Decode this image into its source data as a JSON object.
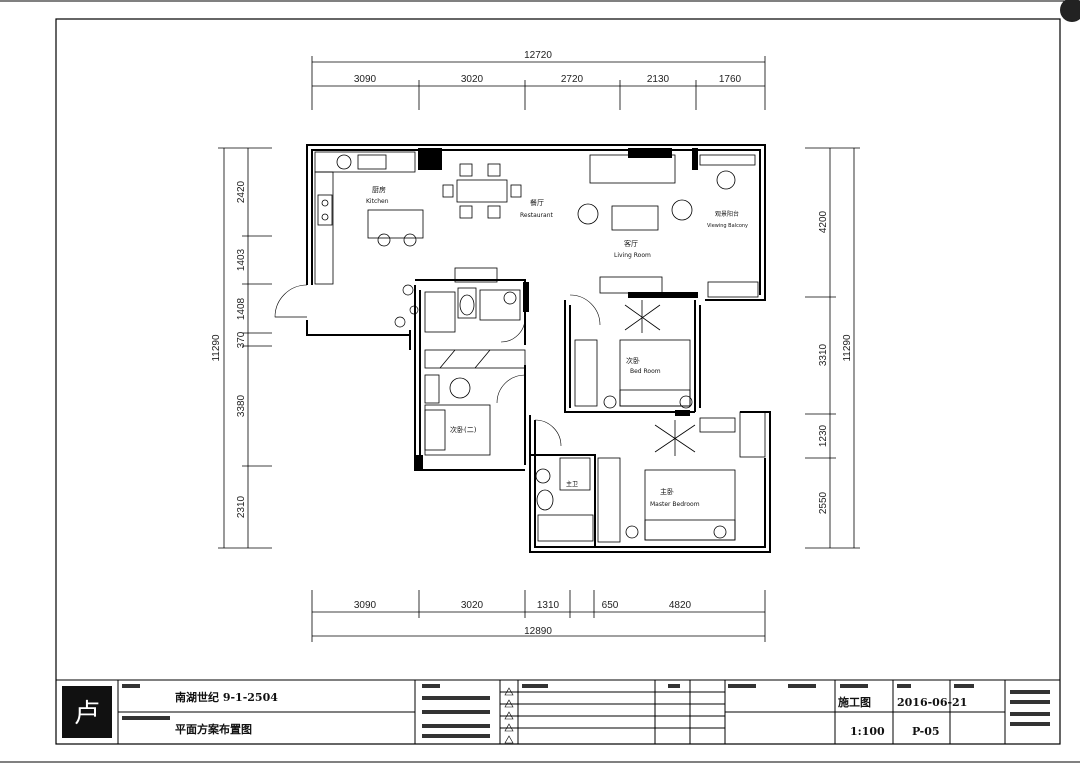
{
  "plan": {
    "dims_top": {
      "total": "12720",
      "segments": [
        "3090",
        "3020",
        "2720",
        "2130",
        "1760"
      ]
    },
    "dims_bottom": {
      "total": "12890",
      "segments": [
        "3090",
        "3020",
        "1310",
        "650",
        "4820"
      ]
    },
    "dims_left": {
      "total": "11290",
      "segments": [
        "2420",
        "1403",
        "1408",
        "370",
        "3380",
        "2310"
      ]
    },
    "dims_right": {
      "total": "11290",
      "segments": [
        "4200",
        "3310",
        "1230",
        "2550"
      ]
    },
    "rooms": {
      "kitchen_cn": "厨房",
      "kitchen_en": "Kitchen",
      "restaurant_cn": "餐厅",
      "restaurant_en": "Restaurant",
      "living_cn": "客厅",
      "living_en": "Living Room",
      "balcony_cn": "观景阳台",
      "balcony_en": "Viewing Balcony",
      "bedroom_cn": "次卧",
      "bedroom_en": "Bed Room",
      "bedroom2_cn": "次卧(二)",
      "master_cn": "主卧",
      "master_en": "Master Bedroom",
      "bath_cn": "主卫"
    }
  },
  "title_block": {
    "project": "南湖世纪 9-1-2504",
    "drawing_name": "平面方案布置图",
    "stage": "施工图",
    "date": "2016-06-21",
    "scale": "1:100",
    "sheet": "P-05",
    "logo_glyph": "卢"
  }
}
